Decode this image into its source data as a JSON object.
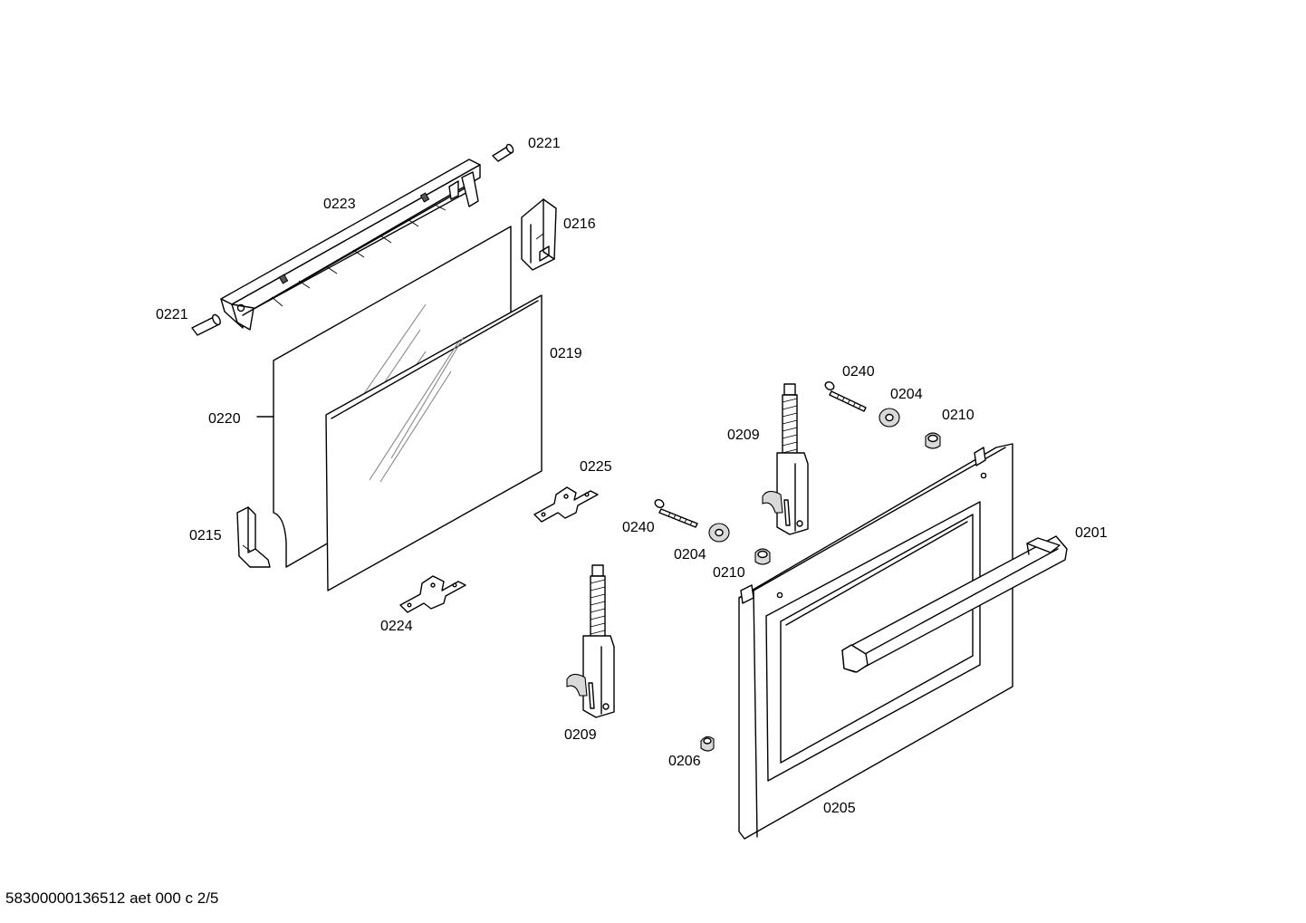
{
  "diagram": {
    "parts": [
      {
        "id": "p0221a",
        "label": "0221"
      },
      {
        "id": "p0223",
        "label": "0223"
      },
      {
        "id": "p0216",
        "label": "0216"
      },
      {
        "id": "p0221b",
        "label": "0221"
      },
      {
        "id": "p0219",
        "label": "0219"
      },
      {
        "id": "p0220",
        "label": "0220"
      },
      {
        "id": "p0225",
        "label": "0225"
      },
      {
        "id": "p0215",
        "label": "0215"
      },
      {
        "id": "p0224",
        "label": "0224"
      },
      {
        "id": "p0240a",
        "label": "0240"
      },
      {
        "id": "p0204a",
        "label": "0204"
      },
      {
        "id": "p0210a",
        "label": "0210"
      },
      {
        "id": "p0209a",
        "label": "0209"
      },
      {
        "id": "p0240b",
        "label": "0240"
      },
      {
        "id": "p0204b",
        "label": "0204"
      },
      {
        "id": "p0210b",
        "label": "0210"
      },
      {
        "id": "p0201",
        "label": "0201"
      },
      {
        "id": "p0209b",
        "label": "0209"
      },
      {
        "id": "p0206",
        "label": "0206"
      },
      {
        "id": "p0205",
        "label": "0205"
      }
    ],
    "footer": "58300000136512 aet 000 c 2/5"
  }
}
